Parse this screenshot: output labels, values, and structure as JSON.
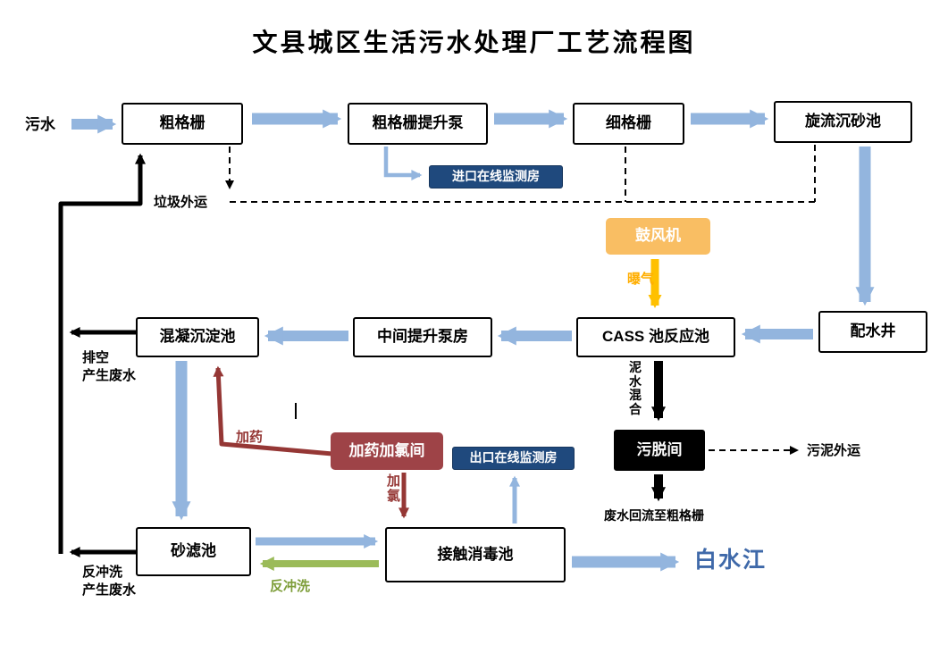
{
  "title": "文县城区生活污水处理厂工艺流程图",
  "nodes": {
    "sewage_source": "污水",
    "coarse_screen": "粗格栅",
    "coarse_screen_pump": "粗格栅提升泵",
    "fine_screen": "细格栅",
    "vortex_grit_chamber": "旋流沉砂池",
    "inlet_monitoring_room": "进口在线监测房",
    "blower": "鼓风机",
    "distribution_well": "配水井",
    "cass_reactor": "CASS 池反应池",
    "intermediate_pump_house": "中间提升泵房",
    "coagulation_tank": "混凝沉淀池",
    "sludge_dewatering_room": "污脱间",
    "dosing_chlorination_room": "加药加氯间",
    "outlet_monitoring_room": "出口在线监测房",
    "sand_filter": "砂滤池",
    "contact_disinfection_tank": "接触消毒池",
    "river_outfall": "白水江"
  },
  "labels": {
    "trash_removal": "垃圾外运",
    "aeration": "曝气",
    "mud_water_mix": "泥水混合",
    "sludge_removal": "污泥外运",
    "wastewater_return": "废水回流至粗格栅",
    "drain_waste": "排空\n产生废水",
    "backwash_waste": "反冲洗\n产生废水",
    "dosing": "加药",
    "chlorination": "加氯",
    "backwash": "反冲洗"
  },
  "colors": {
    "flow_arrow_blue": "#93B5DE",
    "monitor_box_blue": "#1F497D",
    "blower_orange": "#F9BE63",
    "aeration_arrow_orange": "#FFC000",
    "dosing_red": "#9E4347",
    "dosing_arrow_red": "#953735",
    "backwash_green": "#9BBB59",
    "river_text_blue": "#3F69A9",
    "sludge_black": "#000000"
  }
}
